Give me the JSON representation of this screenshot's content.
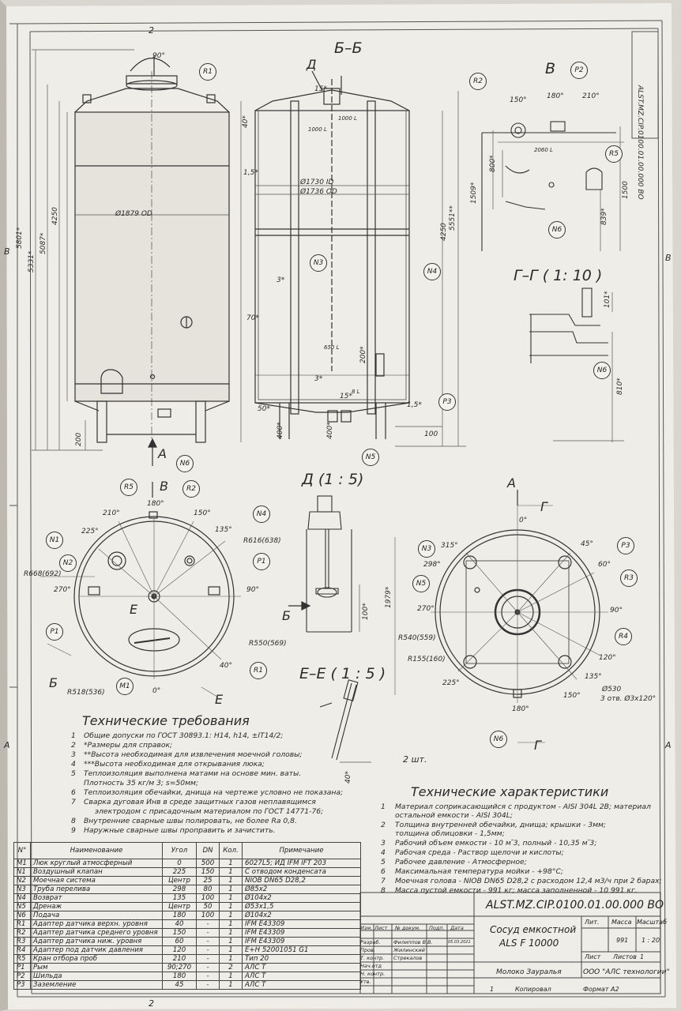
{
  "drawing": {
    "code": "ALST.MZ.CIP.0100.01.00.000 ВО",
    "code_rotated": "ALST.MZ.CIP.0100.01.00.000 ВО",
    "zone_top": "2",
    "zone_bottom": "2",
    "zone_left_b": "В",
    "zone_right_b": "В",
    "zone_left_a": "А",
    "zone_right_a": "А"
  },
  "views": {
    "bb_title": "Б–Б",
    "v_title": "В",
    "gg_title": "Г–Г ( 1: 10 )",
    "d_title": "Д (1 : 5)",
    "ee_title": "Е–Е ( 1 : 5 )",
    "arrow_a": "А",
    "arrow_b": "В",
    "arrow_d": "Д",
    "section_b_left": "Б",
    "section_b_right": "Б",
    "section_e": "Е",
    "section_e2": "Е",
    "section_g_top": "Г",
    "section_g_bottom": "Г",
    "view_a": "А",
    "qty_note": "2 шт."
  },
  "dims": {
    "d5801": "5801*",
    "d5331": "5331*",
    "d5087": "5087*",
    "d4250a": "4250",
    "d4250b": "4250",
    "d200": "200",
    "d1879": "Ø1879 OD",
    "d1730": "Ø1730 ID",
    "d1736": "Ø1736 OD",
    "d5551": "5551**",
    "d40": "40*",
    "d15a": "15*",
    "d15b": "1,5*",
    "d15c": "1,5*",
    "d3a": "3*",
    "d3b": "3*",
    "d70": "70*",
    "d50": "50*",
    "d400a": "400*",
    "d400b": "400*",
    "d200b": "200*",
    "d100": "100",
    "d15d": "15*",
    "l1000a": "1000 L",
    "l1000b": "1000 L",
    "l650": "650 L",
    "l8": "8 L",
    "l2060": "2060 L",
    "d800": "800*",
    "d1509": "1509*",
    "d839": "839*",
    "d1500": "1500",
    "a150": "150°",
    "a180": "180°",
    "a210": "210°",
    "d101": "101*",
    "d810": "810*",
    "d100e": "100*",
    "d40e": "40*",
    "a90top": "90°",
    "p180": "180°",
    "p210": "210°",
    "p150": "150°",
    "p135": "135°",
    "p225": "225°",
    "p270": "270°",
    "p90": "90°",
    "p40": "40°",
    "p0": "0°",
    "r616": "R616(638)",
    "r668": "R668(692)",
    "r550": "R550(569)",
    "r518": "R518(536)",
    "q0": "0°",
    "q45": "45°",
    "q60": "60°",
    "q90": "90°",
    "q120": "120°",
    "q135": "135°",
    "q150": "150°",
    "q180": "180°",
    "q225": "225°",
    "q270": "270°",
    "q298": "298°",
    "q315": "315°",
    "r540": "R540(559)",
    "r155": "R155(160)",
    "d1979": "1979*",
    "d530": "Ø530",
    "holes": "3 отв. Ø3x120°"
  },
  "callouts": [
    "R1",
    "R2",
    "P2",
    "R5",
    "N6",
    "N3",
    "N4",
    "P3",
    "N5",
    "N6",
    "R5",
    "R2",
    "N4",
    "N1",
    "N2",
    "P1",
    "P1",
    "M1",
    "R1",
    "N3",
    "P3",
    "N5",
    "R3",
    "R4",
    "N6",
    "N6"
  ],
  "requirements": {
    "title": "Технические требования",
    "items": [
      {
        "n": "1",
        "text": "Общие допуски по ГОСТ 30893.1: H14, h14, ±IT14/2;"
      },
      {
        "n": "2",
        "text": "*Размеры для справок;"
      },
      {
        "n": "3",
        "text": "**Высота необходимая для извлечения моечной головы;"
      },
      {
        "n": "4",
        "text": "***Высота необходимая для открывания люка;"
      },
      {
        "n": "5",
        "text": "Теплоизоляция выполнена матами на основе мин. ваты."
      },
      {
        "n": "",
        "text": "Плотность 35 кг/м  3; s=50мм;"
      },
      {
        "n": "6",
        "text": "Теплоизоляция обечайки, днища на чертеже условно не показана;"
      },
      {
        "n": "7",
        "text": "Сварка дуговая Инв в среде защитных газов неплавящимся"
      },
      {
        "n": "",
        "text": "электродом с присадочным материалом по ГОСТ 14771-76;"
      },
      {
        "n": "8",
        "text": "Внутренние сварные швы полировать, не более Ra 0,8."
      },
      {
        "n": "9",
        "text": "Наружные сварные швы проправить и зачистить."
      }
    ]
  },
  "specs": {
    "title": "Технические характеристики",
    "items": [
      {
        "n": "1",
        "text": "Материал соприкасающийся с продуктом - AISI 304L 2B; материал"
      },
      {
        "n": "",
        "text": "остальной емкости - AISI 304L;"
      },
      {
        "n": "2",
        "text": "Толщина внутренней обечайки, днища; крышки - 3мм;"
      },
      {
        "n": "",
        "text": "толщина облицовки - 1,5мм;"
      },
      {
        "n": "3",
        "text": "Рабочий объем емкости - 10 м ̃3, полный - 10,35 м ̃3;"
      },
      {
        "n": "4",
        "text": "Рабочая среда - Раствор щелочи и кислоты;"
      },
      {
        "n": "5",
        "text": "Рабочее давление - Атмосферное;"
      },
      {
        "n": "6",
        "text": "Максимальная температура мойки - +98°C;"
      },
      {
        "n": "7",
        "text": "Моечная голова - NIOB DN65 D28,2 с расходом 12,4 м3/ч при 2 барах;"
      },
      {
        "n": "8",
        "text": "Масса пустой емкости - 991 кг; масса заполненной - 10 991 кг."
      }
    ]
  },
  "bom": {
    "headers": [
      "N°",
      "Наименование",
      "Угол",
      "DN",
      "Кол.",
      "Примечание"
    ],
    "rows": [
      [
        "M1",
        "Люк круглый атмосферный",
        "0",
        "500",
        "1",
        "6027L5; ИД IFM IFT 203"
      ],
      [
        "N1",
        "Воздушный клапан",
        "225",
        "150",
        "1",
        "С отводом конденсата"
      ],
      [
        "N2",
        "Моечная система",
        "Центр",
        "25",
        "1",
        "NIOB DN65 D28,2"
      ],
      [
        "N3",
        "Труба перелива",
        "298",
        "80",
        "1",
        "Ø85x2"
      ],
      [
        "N4",
        "Возврат",
        "135",
        "100",
        "1",
        "Ø104x2"
      ],
      [
        "N5",
        "Дренаж",
        "Центр",
        "50",
        "1",
        "Ø53x1,5"
      ],
      [
        "N6",
        "Подача",
        "180",
        "100",
        "1",
        "Ø104x2"
      ],
      [
        "R1",
        "Адаптер датчика верхн. уровня",
        "40",
        "-",
        "1",
        "IFM E43309"
      ],
      [
        "R2",
        "Адаптер датчика среднего уровня",
        "150",
        "-",
        "1",
        "IFM E43309"
      ],
      [
        "R3",
        "Адаптер датчика ниж. уровня",
        "60",
        "-",
        "1",
        "IFM E43309"
      ],
      [
        "R4",
        "Адаптер под датчик давления",
        "120",
        "-",
        "1",
        "E+H 52001051 G1"
      ],
      [
        "R5",
        "Кран отбора проб",
        "210",
        "-",
        "1",
        "Tип 20"
      ],
      [
        "P1",
        "Рым",
        "90;270",
        "-",
        "2",
        "АЛС Т"
      ],
      [
        "P2",
        "Шильда",
        "180",
        "-",
        "1",
        "АЛС Т"
      ],
      [
        "P3",
        "Заземление",
        "45",
        "-",
        "1",
        "АЛС Т"
      ]
    ]
  },
  "titleblock": {
    "code": "ALST.MZ.CIP.0100.01.00.000 ВО",
    "name_line1": "Сосуд емкостной",
    "name_line2": "ALS F 10000",
    "lit_label": "Лит.",
    "mass_label": "Масса",
    "scale_label": "Масштаб",
    "mass": "991",
    "scale": "1 : 20",
    "sheet_label": "Лист",
    "sheets_label": "Листов",
    "sheets": "1",
    "col_izm": "Изм.",
    "col_list": "Лист",
    "col_doc": "№ докум.",
    "col_sign": "Подп.",
    "col_date": "Дата",
    "role_razrab": "Разраб.",
    "role_prov": "Пров.",
    "role_tkontr": "Т. контр.",
    "role_nach": "Нач.отд",
    "role_nkontr": "Н. контр.",
    "role_utv": "Утв.",
    "name_razrab": "Филиппов В.В.",
    "name_prov": "Жилинский",
    "name_tkontr": "Стрекалов",
    "date": "05.03.2021",
    "customer": "Молоко Зауралья",
    "company": "ООО \"АЛС технологии\"",
    "copied": "Копировал",
    "format": "Формат А2",
    "sheet_no": "1"
  }
}
